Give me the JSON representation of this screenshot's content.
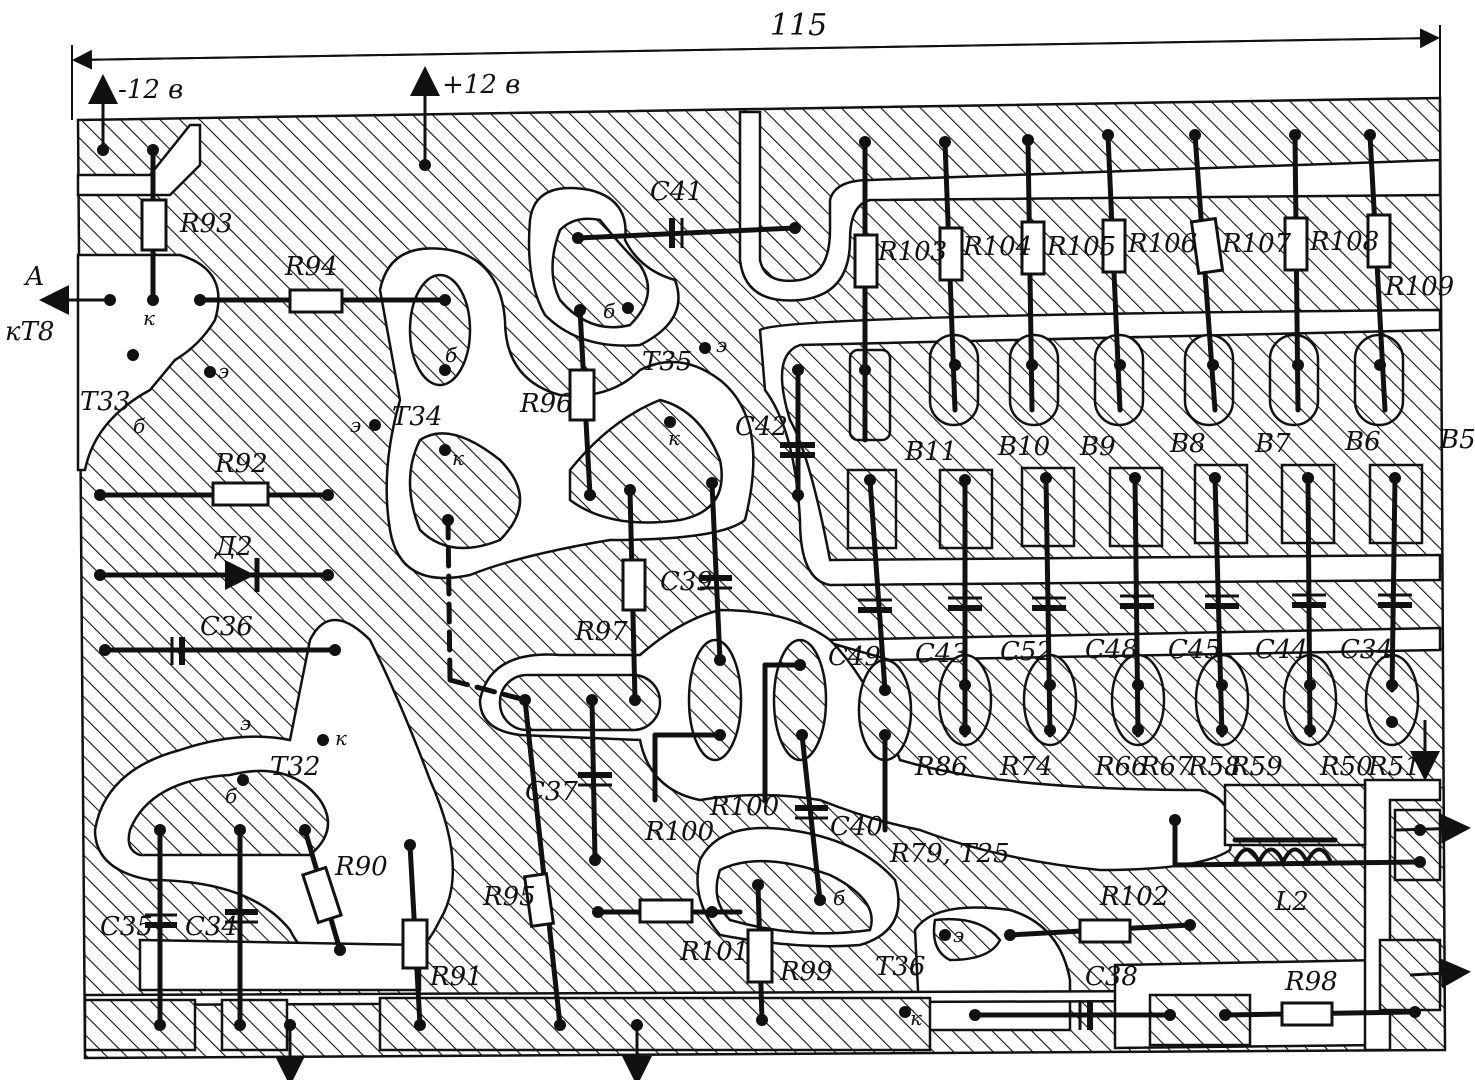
{
  "dimension": "115",
  "power": {
    "minus": "-12 в",
    "plus": "+12 в"
  },
  "left_output": {
    "arrow_label": "А",
    "sub_label": "кТ8"
  },
  "transistor_labels": [
    "Т33",
    "Т34",
    "Т35",
    "Т32",
    "Т36"
  ],
  "resistors_left": [
    "R93",
    "R94",
    "R92",
    "R96",
    "R97",
    "R95",
    "R90",
    "R91",
    "R100",
    "R100",
    "R101",
    "R99",
    "R102",
    "R98"
  ],
  "diode": "Д2",
  "capacitors_left": [
    "С41",
    "С42",
    "С39",
    "С36",
    "С37",
    "С35",
    "С34",
    "С40",
    "С38",
    "С49"
  ],
  "top_resistors": [
    "R103",
    "R104",
    "R105",
    "R106",
    "R107",
    "R108",
    "R109"
  ],
  "b_outputs": [
    "В11",
    "В10",
    "В9",
    "В8",
    "В7",
    "В6",
    "В5"
  ],
  "mid_caps": [
    "С43",
    "С52",
    "С48",
    "С45",
    "С44",
    "С34"
  ],
  "bottom_resistor_labels": [
    "R86",
    "R74",
    "R66",
    "R67",
    "R58",
    "R59",
    "R50",
    "R51"
  ],
  "r79_t25": "R79, Т25",
  "inductor": "L2",
  "pin_letters": {
    "e": "э",
    "b": "б",
    "k": "к"
  }
}
